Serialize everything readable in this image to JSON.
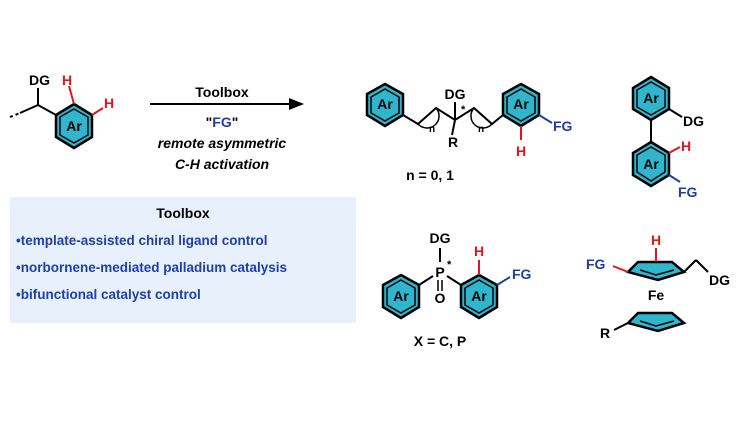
{
  "arrow": {
    "above": "Toolbox",
    "fg_quote_open": "\"",
    "fg": "FG",
    "fg_quote_close": "\"",
    "line1": "remote asymmetric",
    "line2": "C-H activation"
  },
  "toolbox": {
    "title": "Toolbox",
    "items": [
      "•template-assisted chiral ligand control",
      "•norbornene-mediated palladium catalysis",
      "•bifunctional catalyst control"
    ]
  },
  "substrate": {
    "dg": "DG",
    "h1": "H",
    "h2": "H",
    "ring": "Ar"
  },
  "product_chain": {
    "ring_left": "Ar",
    "ring_right": "Ar",
    "dg": "DG",
    "star": "*",
    "r": "R",
    "n_left": "n",
    "n_right": "n",
    "fg": "FG",
    "h": "H",
    "caption": "n = 0, 1"
  },
  "product_biaryl": {
    "ring_top": "Ar",
    "ring_bottom": "Ar",
    "dg": "DG",
    "h": "H",
    "fg": "FG"
  },
  "product_p": {
    "dg": "DG",
    "p": "P",
    "star": "*",
    "o": "O",
    "ring_left": "Ar",
    "ring_right": "Ar",
    "h": "H",
    "fg": "FG",
    "caption": "X = C, P"
  },
  "product_ferrocene": {
    "h": "H",
    "fg": "FG",
    "dg": "DG",
    "fe": "Fe",
    "r": "R"
  },
  "colors": {
    "ring_fill": "#2fb5cc",
    "red": "#e0161b",
    "blue": "#1f3fa8",
    "box": "#e8f0fb"
  }
}
